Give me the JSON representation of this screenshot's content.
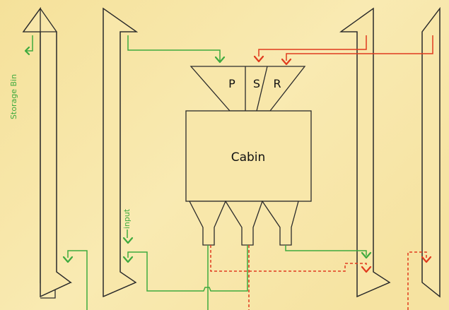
{
  "diagram": {
    "hopper_labels": [
      "P",
      "S",
      "R"
    ],
    "cabin_label": "Cabin",
    "storage_bin_label": "Storage Bin",
    "input_label": "input"
  },
  "colors": {
    "background": "#f7e6a8",
    "stroke": "#2b2b2b",
    "fill": "#f8e7aa",
    "green": "#3eaa3e",
    "red": "#e03a1e"
  }
}
